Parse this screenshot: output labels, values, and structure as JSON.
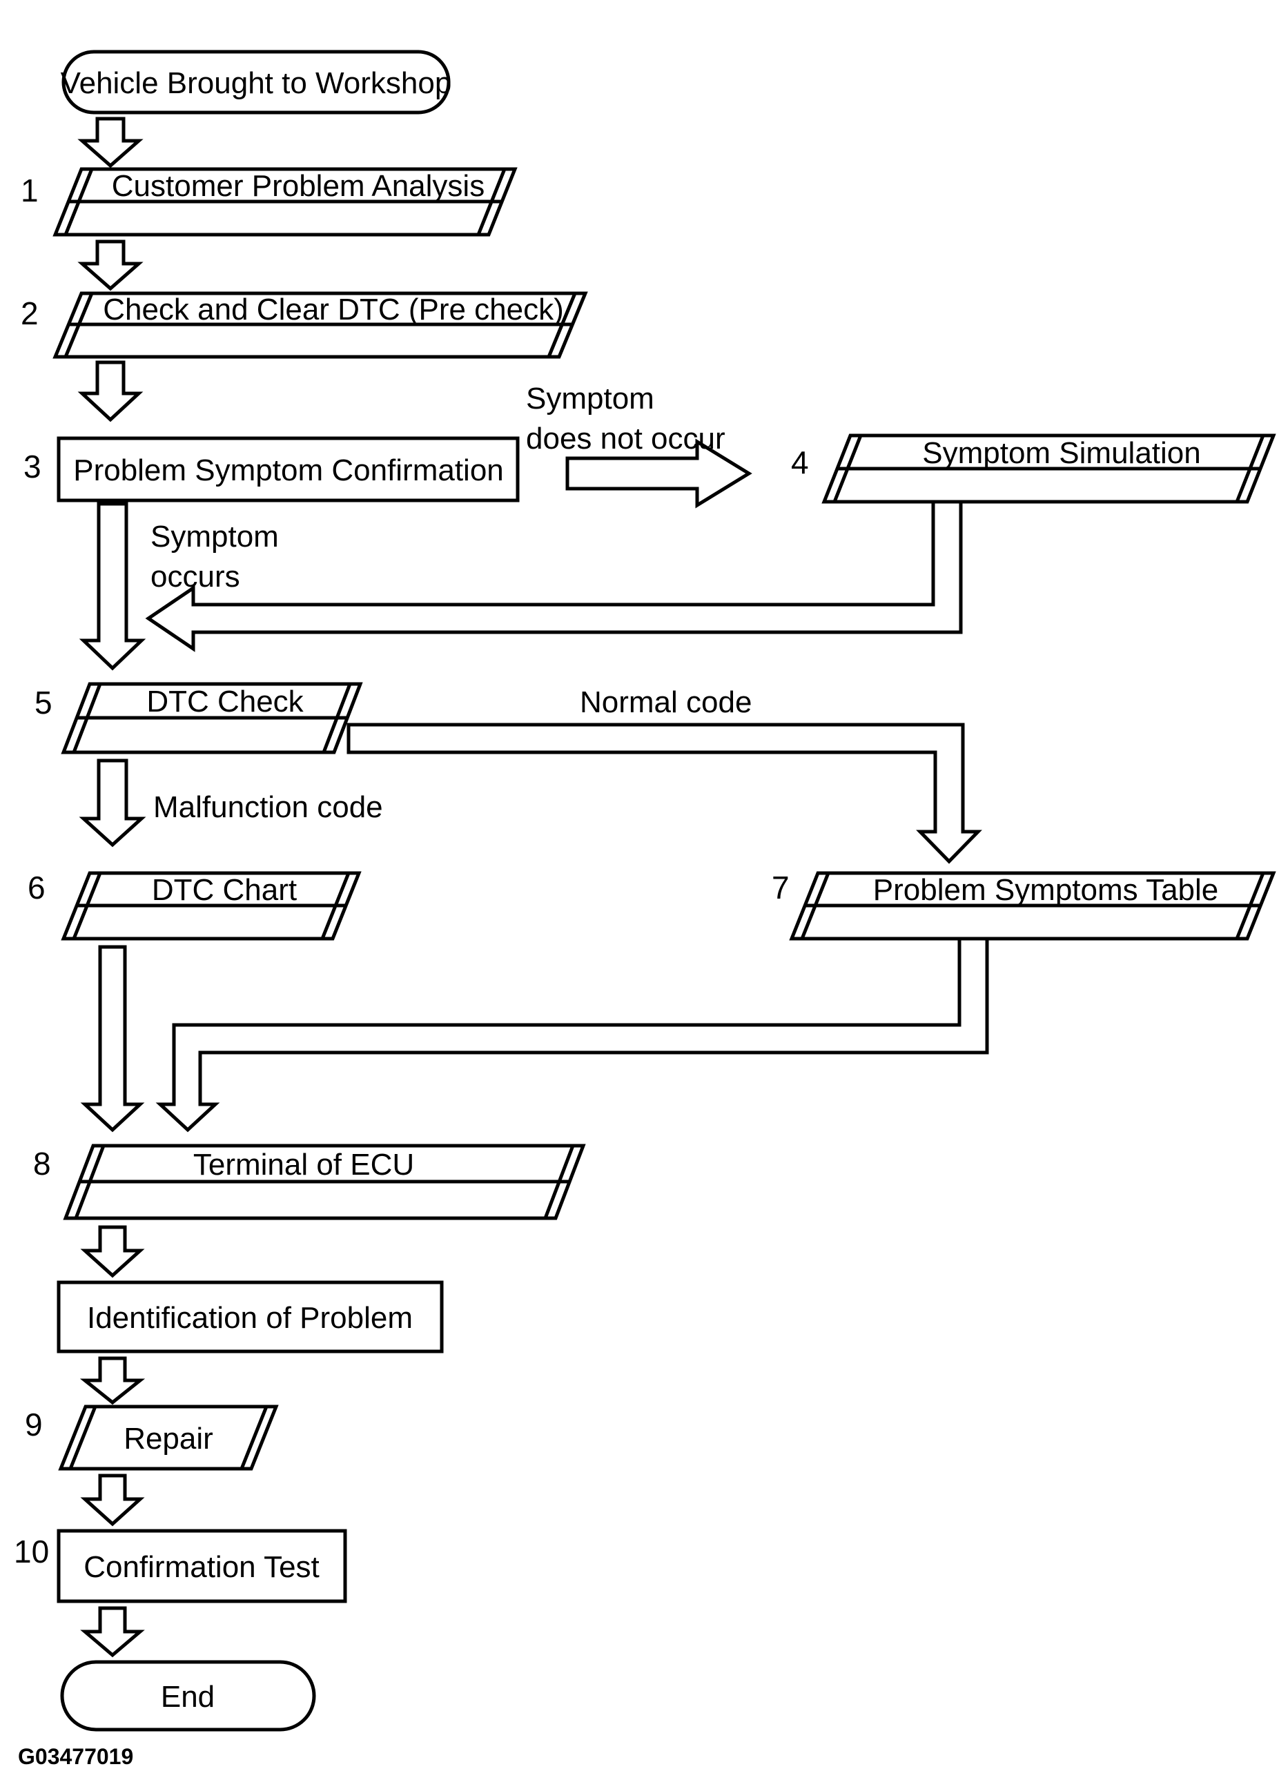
{
  "figure": {
    "code": "G03477019",
    "background_color": "#ffffff",
    "line_color": "#000000"
  },
  "nodes": {
    "start": {
      "label": "Vehicle Brought to Workshop",
      "type": "terminator"
    },
    "step1": {
      "number": "1",
      "label": "Customer Problem Analysis",
      "type": "parallelogram"
    },
    "step2": {
      "number": "2",
      "label": "Check and Clear DTC (Pre check)",
      "type": "parallelogram"
    },
    "step3": {
      "number": "3",
      "label": "Problem Symptom Confirmation",
      "type": "rectangle"
    },
    "step4": {
      "number": "4",
      "label": "Symptom Simulation",
      "type": "parallelogram"
    },
    "step5": {
      "number": "5",
      "label": "DTC Check",
      "type": "parallelogram"
    },
    "step6": {
      "number": "6",
      "label": "DTC Chart",
      "type": "parallelogram"
    },
    "step7": {
      "number": "7",
      "label": "Problem Symptoms Table",
      "type": "parallelogram"
    },
    "step8": {
      "number": "8",
      "label": "Terminal of ECU",
      "type": "parallelogram"
    },
    "identification": {
      "label": "Identification of Problem",
      "type": "rectangle"
    },
    "step9": {
      "number": "9",
      "label": "Repair",
      "type": "parallelogram"
    },
    "step10": {
      "number": "10",
      "label": "Confirmation Test",
      "type": "rectangle"
    },
    "end": {
      "label": "End",
      "type": "terminator"
    }
  },
  "edge_labels": {
    "symptom_does_not_occur": [
      "Symptom",
      "does not occur"
    ],
    "symptom_occurs": [
      "Symptom",
      "occurs"
    ],
    "normal_code": "Normal code",
    "malfunction_code": "Malfunction code"
  }
}
